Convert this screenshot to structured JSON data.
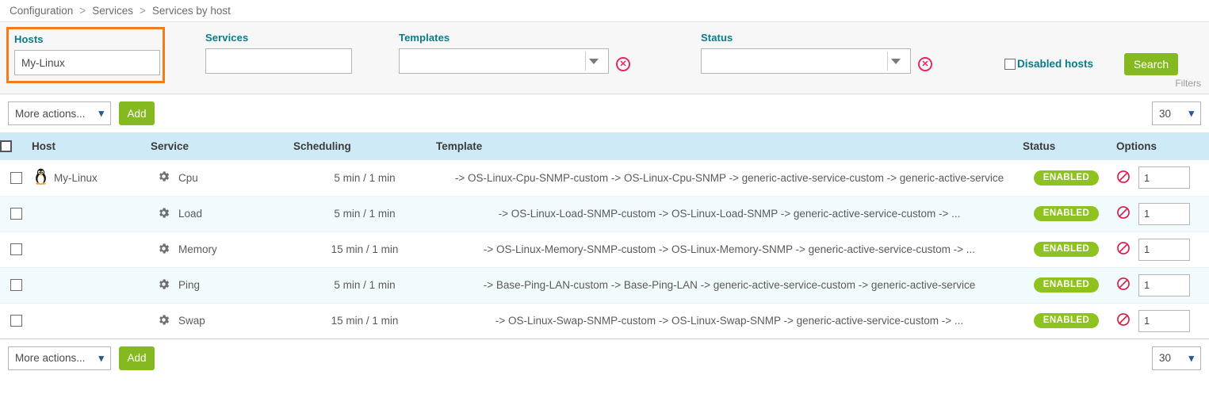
{
  "breadcrumb": {
    "items": [
      "Configuration",
      "Services",
      "Services by host"
    ],
    "separator": ">"
  },
  "filters": {
    "hosts": {
      "label": "Hosts",
      "value": "My-Linux",
      "placeholder": ""
    },
    "services": {
      "label": "Services",
      "value": "",
      "placeholder": ""
    },
    "templates": {
      "label": "Templates",
      "value": "",
      "clear_icon": "circle-x-icon"
    },
    "status": {
      "label": "Status",
      "value": "",
      "clear_icon": "circle-x-icon"
    },
    "disabled_hosts": {
      "label": "Disabled hosts",
      "checked": false
    },
    "search_button": "Search",
    "filters_tag": "Filters",
    "highlight_color": "#f07d1a",
    "label_color": "#077b8a"
  },
  "toolbar": {
    "more_actions_label": "More actions...",
    "add_label": "Add",
    "page_size": "30"
  },
  "table": {
    "headers": [
      "Host",
      "Service",
      "Scheduling",
      "Template",
      "Status",
      "Options"
    ],
    "rows": [
      {
        "host": "My-Linux",
        "host_icon": "linux-penguin-icon",
        "service": "Cpu",
        "service_icon": "gear-icon",
        "scheduling": "5 min / 1 min",
        "template": "-> OS-Linux-Cpu-SNMP-custom -> OS-Linux-Cpu-SNMP -> generic-active-service-custom -> generic-active-service",
        "status": "ENABLED",
        "option_icon": "no-entry-icon",
        "option_value": "1"
      },
      {
        "host": "",
        "host_icon": "",
        "service": "Load",
        "service_icon": "gear-icon",
        "scheduling": "5 min / 1 min",
        "template": "-> OS-Linux-Load-SNMP-custom -> OS-Linux-Load-SNMP -> generic-active-service-custom -> ...",
        "status": "ENABLED",
        "option_icon": "no-entry-icon",
        "option_value": "1"
      },
      {
        "host": "",
        "host_icon": "",
        "service": "Memory",
        "service_icon": "gear-icon",
        "scheduling": "15 min / 1 min",
        "template": "-> OS-Linux-Memory-SNMP-custom -> OS-Linux-Memory-SNMP -> generic-active-service-custom -> ...",
        "status": "ENABLED",
        "option_icon": "no-entry-icon",
        "option_value": "1"
      },
      {
        "host": "",
        "host_icon": "",
        "service": "Ping",
        "service_icon": "gear-icon",
        "scheduling": "5 min / 1 min",
        "template": "-> Base-Ping-LAN-custom -> Base-Ping-LAN -> generic-active-service-custom -> generic-active-service",
        "status": "ENABLED",
        "option_icon": "no-entry-icon",
        "option_value": "1"
      },
      {
        "host": "",
        "host_icon": "",
        "service": "Swap",
        "service_icon": "gear-icon",
        "scheduling": "15 min / 1 min",
        "template": "-> OS-Linux-Swap-SNMP-custom -> OS-Linux-Swap-SNMP -> generic-active-service-custom -> ...",
        "status": "ENABLED",
        "option_icon": "no-entry-icon",
        "option_value": "1"
      }
    ]
  },
  "colors": {
    "accent_green": "#85b920",
    "badge_green": "#8dc21f",
    "header_blue": "#cfeaf7",
    "row_alt_blue": "#f1fafd",
    "teal_label": "#077b8a",
    "orange_highlight": "#f07d1a",
    "red_clear": "#e5275c"
  }
}
